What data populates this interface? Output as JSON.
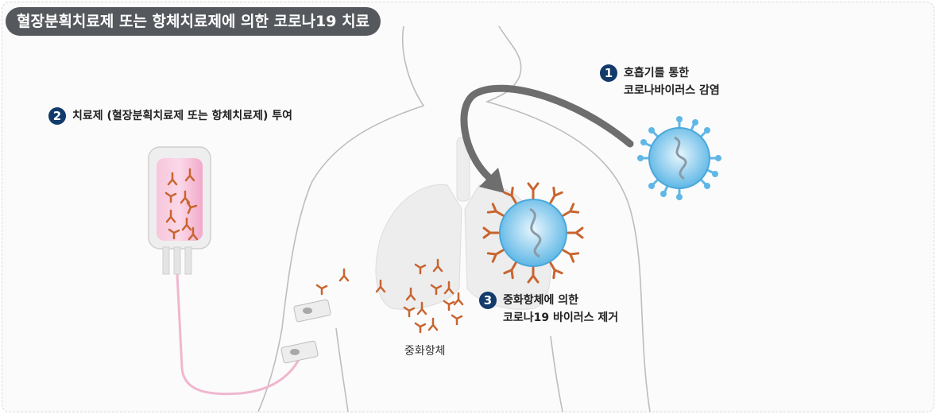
{
  "title": "혈장분획치료제 또는 항체치료제에 의한 코로나19 치료",
  "steps": [
    {
      "number": "1",
      "lines": [
        "호흡기를 통한",
        "코로나바이러스 감염"
      ]
    },
    {
      "number": "2",
      "lines": [
        "치료제 (혈장분획치료제 또는 항체치료제) 투여"
      ]
    },
    {
      "number": "3",
      "lines": [
        "중화항체에 의한",
        "코로나19 바이러스 제거"
      ]
    }
  ],
  "antibody_label": "중화항체",
  "colors": {
    "badge": "#123a6b",
    "title_bg": "#55585c",
    "virus": "#5fb7e6",
    "antibody": "#c8642f",
    "iv_fluid": "#f4a6c8",
    "arrow": "#6e6e6e"
  }
}
